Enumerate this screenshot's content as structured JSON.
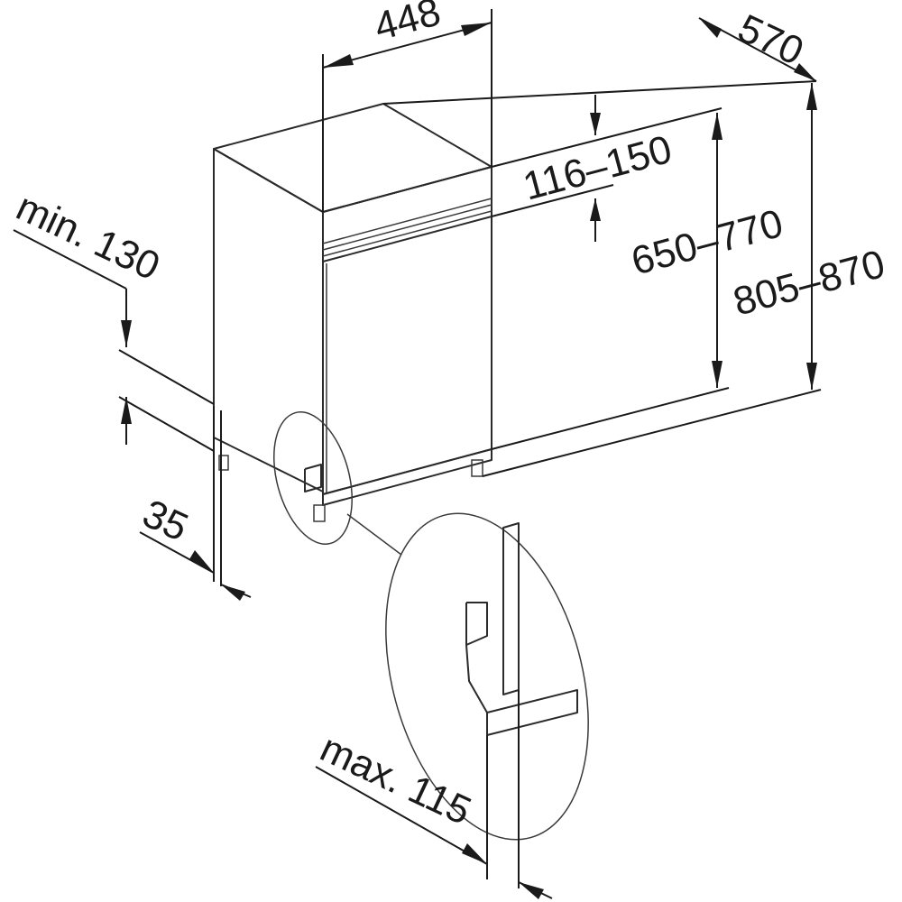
{
  "dimensions": {
    "width": "448",
    "depth": "570",
    "panel_height": "116–150",
    "niche_height": "650–770",
    "total_height": "805–870",
    "plinth_height": "min. 130",
    "side_offset": "35",
    "detail_offset": "max. 115"
  },
  "colors": {
    "line": "#1a1a1a",
    "front_face": "#eaeaea",
    "side_face": "#e2e2e2",
    "top_face": "#ececec",
    "background": "#ffffff"
  }
}
